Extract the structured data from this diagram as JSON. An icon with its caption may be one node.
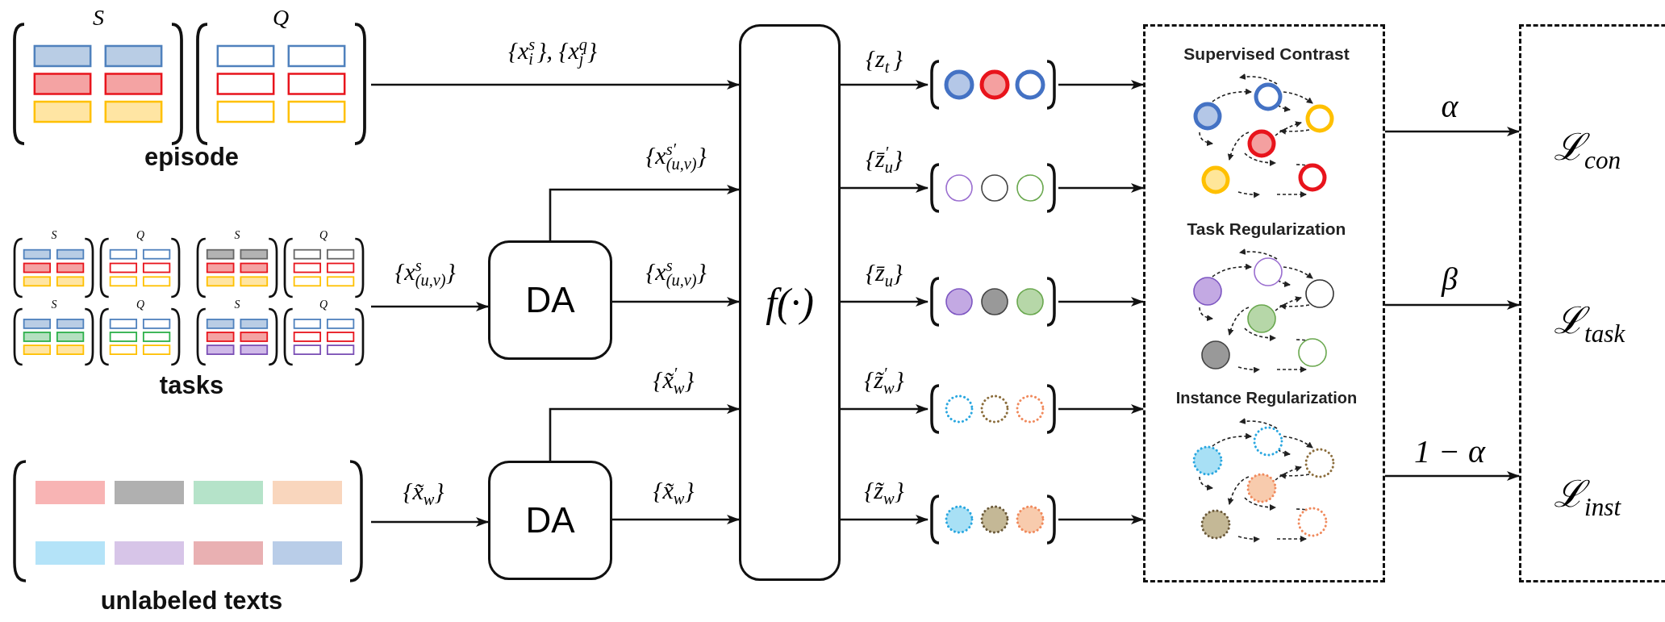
{
  "diagram": {
    "nodes": [
      {
        "text": [
          "episode"
        ]
      },
      {
        "text": [
          "tasks"
        ]
      },
      {
        "text": [
          "unlabeled texts"
        ]
      },
      {
        "text": [
          "DA"
        ]
      },
      {
        "text": [
          "DA"
        ]
      },
      {
        "text": [
          "f(·)"
        ]
      },
      {
        "text": [],
        "shape": "picture"
      },
      {
        "text": [],
        "shape": "picture"
      },
      {
        "text": [],
        "shape": "picture"
      },
      {
        "text": [],
        "shape": "picture"
      },
      {
        "text": [],
        "shape": "picture"
      },
      {
        "text": [],
        "shape": "box"
      },
      {
        "text": [
          "Supervised Contrast"
        ],
        "in": 11
      },
      {
        "text": [
          "Task Regularization"
        ],
        "in": 11
      },
      {
        "text": [
          "Instance Regularization"
        ],
        "in": 11
      },
      {
        "text": [
          "ℒ$_{con}$",
          "ℒ$_{task}$",
          "ℒ$_{inst}$"
        ]
      }
    ],
    "edges": [
      {
        "from": 0,
        "to": 5,
        "arrow": "to",
        "label": "{x$^{s}$$_{i}$}, {x$^{q}$$_{j}$}"
      },
      {
        "from": 1,
        "to": 3,
        "arrow": "to",
        "label": "{x$^{s}$$_{(u,v)}$}"
      },
      {
        "from": 3,
        "to": 5,
        "arrow": "to",
        "label": "{x$^{s′}$$_{(u,v)}$}"
      },
      {
        "from": 3,
        "to": 5,
        "arrow": "to",
        "label": "{x$^{s}$$_{(u,v)}$}"
      },
      {
        "from": 2,
        "to": 4,
        "arrow": "to",
        "label": "{x̃$_{w}$}"
      },
      {
        "from": 4,
        "to": 5,
        "arrow": "to",
        "label": "{x̃$^{′}$$_{w}$}"
      },
      {
        "from": 4,
        "to": 5,
        "arrow": "to",
        "label": "{x̃$_{w}$}"
      },
      {
        "from": 5,
        "to": 6,
        "arrow": "to",
        "label": "{z$_{t}$}"
      },
      {
        "from": 5,
        "to": 7,
        "arrow": "to",
        "label": "{z̄$^{′}$$_{u}$}"
      },
      {
        "from": 5,
        "to": 8,
        "arrow": "to",
        "label": "{z̄$_{u}$}"
      },
      {
        "from": 5,
        "to": 9,
        "arrow": "to",
        "label": "{z̃$^{′}$$_{w}$}"
      },
      {
        "from": 5,
        "to": 10,
        "arrow": "to",
        "label": "{z̃$_{w}$}"
      },
      {
        "from": 6,
        "to": 11,
        "arrow": "to"
      },
      {
        "from": 7,
        "to": 11,
        "arrow": "to"
      },
      {
        "from": 8,
        "to": 11,
        "arrow": "to"
      },
      {
        "from": 9,
        "to": 11,
        "arrow": "to"
      },
      {
        "from": 10,
        "to": 11,
        "arrow": "to"
      },
      {
        "from": 11,
        "to": 15,
        "arrow": "to",
        "label": "α"
      },
      {
        "from": 11,
        "to": 15,
        "arrow": "to",
        "label": "β"
      },
      {
        "from": 11,
        "to": 15,
        "arrow": "to",
        "label": "1 − α"
      }
    ],
    "labels": [
      "S",
      "Q",
      "S",
      "Q",
      "S",
      "Q",
      "S",
      "Q",
      "S",
      "Q"
    ]
  }
}
